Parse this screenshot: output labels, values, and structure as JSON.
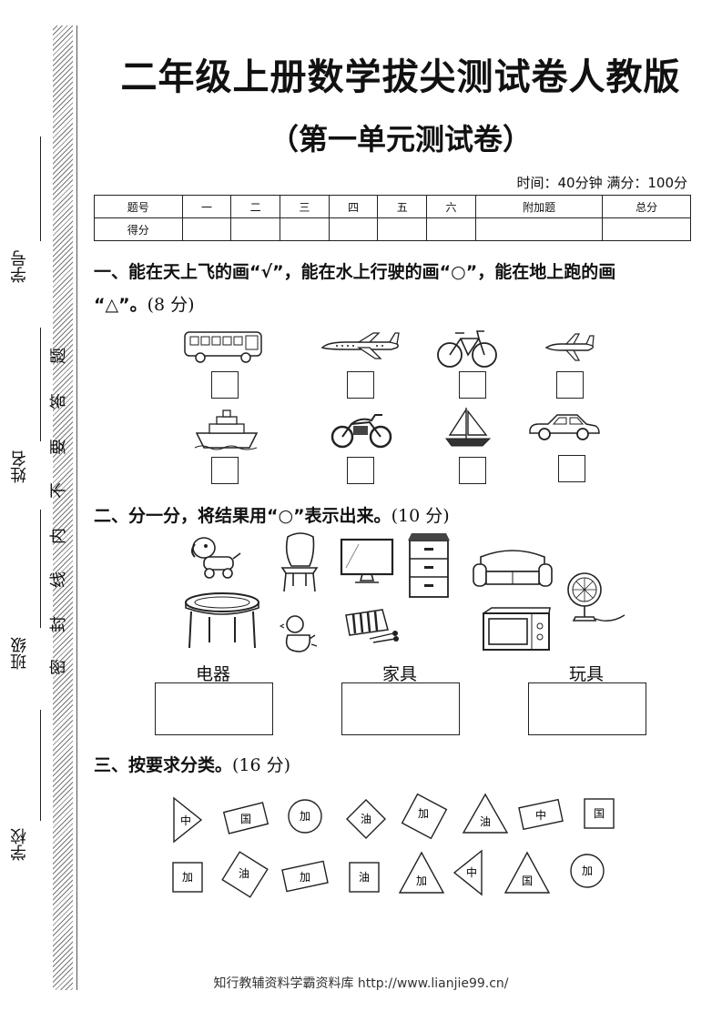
{
  "title": "二年级上册数学拔尖测试卷人教版",
  "subtitle": "（第一单元测试卷）",
  "time_info": "时间：40分钟  满分：100分",
  "side_fields": {
    "school": "学校",
    "class": "班级",
    "name": "姓名",
    "student_no": "学号"
  },
  "seal_text": [
    "密",
    "封",
    "线",
    "内",
    "不",
    "要",
    "答",
    "题"
  ],
  "score_table": {
    "header": [
      "题号",
      "一",
      "二",
      "三",
      "四",
      "五",
      "六",
      "附加题",
      "总分"
    ],
    "row_label": "得分"
  },
  "q1": {
    "text_line1": "一、能在天上飞的画“√”，能在水上行驶的画“○”，能在地上跑的画",
    "text_line2": "“△”。",
    "points": "(8 分)",
    "items": [
      "bus",
      "airplane",
      "bicycle",
      "airplane",
      "ship",
      "motorcycle",
      "sailboat",
      "car"
    ]
  },
  "q2": {
    "text": "二、分一分，将结果用“○”表示出来。",
    "points": "(10 分)",
    "categories": [
      "电器",
      "家具",
      "玩具"
    ],
    "items": [
      "toy-dog",
      "chair",
      "television",
      "cabinet",
      "sofa",
      "table",
      "duck-toy",
      "xylophone",
      "microwave",
      "fan"
    ]
  },
  "q3": {
    "text": "三、按要求分类。",
    "points": "(16 分)",
    "row1": [
      {
        "shape": "triangle-right",
        "char": "中"
      },
      {
        "shape": "rect-tilted",
        "char": "国"
      },
      {
        "shape": "circle",
        "char": "加"
      },
      {
        "shape": "diamond",
        "char": "油"
      },
      {
        "shape": "square-tilted",
        "char": "加"
      },
      {
        "shape": "triangle",
        "char": "油"
      },
      {
        "shape": "rect-tilted",
        "char": "中"
      },
      {
        "shape": "square",
        "char": "国"
      }
    ],
    "row2": [
      {
        "shape": "square",
        "char": "加"
      },
      {
        "shape": "square-tilted",
        "char": "油"
      },
      {
        "shape": "rect-tilted",
        "char": "加"
      },
      {
        "shape": "square",
        "char": "油"
      },
      {
        "shape": "triangle",
        "char": "加"
      },
      {
        "shape": "triangle-left",
        "char": "中"
      },
      {
        "shape": "triangle",
        "char": "国"
      },
      {
        "shape": "circle",
        "char": "加"
      }
    ]
  },
  "footer": "知行教辅资料学霸资料库 http://www.lianjie99.cn/"
}
